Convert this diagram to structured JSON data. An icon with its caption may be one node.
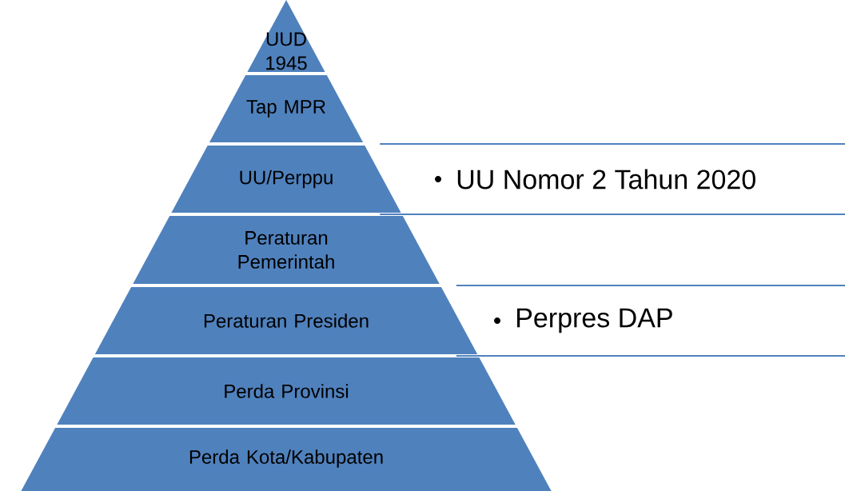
{
  "diagram": {
    "nodes": [
      {
        "text": [
          "UUD 1945"
        ]
      },
      {
        "text": [
          "Tap MPR"
        ]
      },
      {
        "text": [
          "UU/Perppu"
        ]
      },
      {
        "text": [
          "Peraturan Pemerintah"
        ]
      },
      {
        "text": [
          "Peraturan Presiden"
        ]
      },
      {
        "text": [
          "Perda Provinsi"
        ]
      },
      {
        "text": [
          "Perda Kota/Kabupaten"
        ]
      },
      {
        "text": [
          "UU Nomor 2 Tahun 2020"
        ]
      },
      {
        "text": [
          "Perpres DAP"
        ]
      }
    ]
  }
}
